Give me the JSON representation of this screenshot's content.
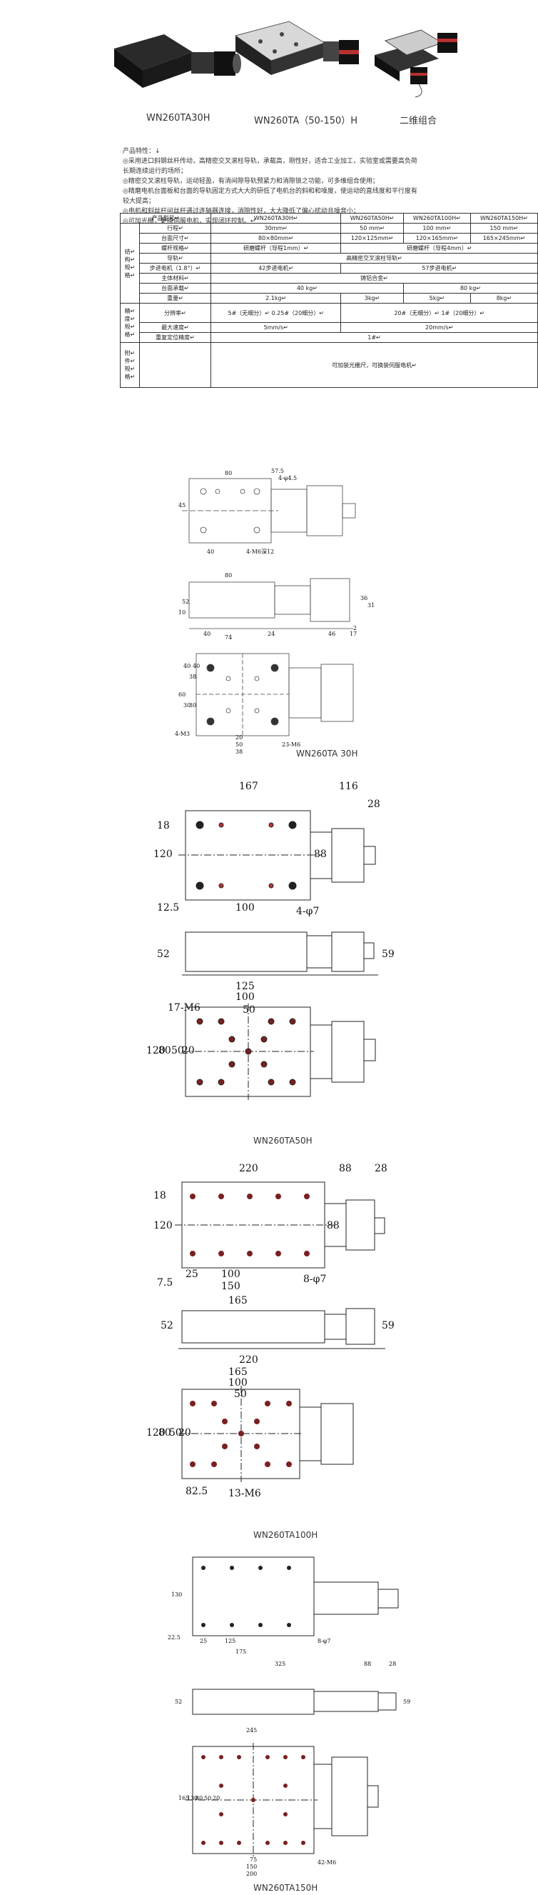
{
  "products": [
    {
      "caption": "WN260TA30H"
    },
    {
      "caption": "WN260TA（50-150）H"
    },
    {
      "caption": "二维组合"
    }
  ],
  "features": {
    "title": "产品特性：↓",
    "lines": [
      "◎采用进口斜钢丝杆传动，高精密交叉滚柱导轨，承载高，刚性好，适合工业加工，实验室或需要高负荷",
      "长期连续运行的场所；",
      "◎精密交叉滚柱导轨，运动轻盈，有消间隙导轨预紧力和消隙锁之功能，可多维组合使用；",
      "◎精磨电机台面板和台面的导轨固定方式大大的研低了电机台的斜和和噪度，使运动的直线度和平行度有",
      "较大提高；",
      "◎电机和斜丝杆间丝杆通过连轴器连接，消隙性好，大大降低了偏心扰动且噪音小；",
      "◎可加光栅，更换伺服电机，实现闭环控制。↵"
    ]
  },
  "spec_table": {
    "row_product": [
      "产品型号↵",
      "WN260TA30H↵",
      "WN260TA50H↵",
      "WN260TA100H↵",
      "WN260TA150H↵"
    ],
    "group_struct": "结↵构↵规↵格↵",
    "group_precision": "精↵度↵规↵格↵",
    "group_other": "附↵件↵规↵格↵",
    "rows": [
      {
        "label": "行程↵",
        "cells": [
          "30mm↵",
          "50 mm↵",
          "100 mm↵",
          "150 mm↵"
        ]
      },
      {
        "label": "台面尺寸↵",
        "cells": [
          "80×80mm↵",
          "120×125mm↵",
          "120×165mm↵",
          "165×245mm↵"
        ]
      },
      {
        "label": "螺杆规格↵",
        "cells": [
          "研磨螺杆（导程1mm）↵",
          "研磨螺杆（导程4mm）↵"
        ]
      },
      {
        "label": "导轨↵",
        "cells": [
          "高精密交叉滚柱导轨↵"
        ]
      },
      {
        "label": "步进电机（1.8°）↵",
        "cells": [
          "42步进电机↵",
          "57步进电机↵"
        ]
      },
      {
        "label": "主体材料↵",
        "cells": [
          "铸铝合金↵"
        ]
      },
      {
        "label": "台面承载↵",
        "cells": [
          "40 kg↵",
          "80 kg↵"
        ]
      },
      {
        "label": "重量↵",
        "cells": [
          "2.1kg↵",
          "3kg↵",
          "5kg↵",
          "8kg↵"
        ]
      },
      {
        "label": "分辨率↵",
        "cells": [
          "5#（无细分）↵ 0.25#（20细分）↵",
          "20#（无细分）↵ 1#（20细分）↵"
        ]
      },
      {
        "label": "最大速度↵",
        "cells": [
          "5mm/s↵",
          "20mm/s↵"
        ]
      },
      {
        "label": "重复定位精度↵",
        "cells": [
          "1#↵"
        ]
      },
      {
        "label": "",
        "cells": [
          "可加装光栅尺，可换装伺服电机↵"
        ]
      }
    ]
  },
  "drawings": [
    {
      "label": "WN260TA 30H",
      "dims": [
        "80",
        "57.5",
        "4-φ4.5",
        "45",
        "40",
        "4-M6深12",
        "80",
        "36",
        "74",
        "40",
        "52",
        "31",
        "10",
        "24",
        "46",
        "17",
        "2",
        "60",
        "4-M3",
        "23-M6",
        "50",
        "38",
        "20",
        "38",
        "30",
        "30",
        "40",
        "40"
      ]
    },
    {
      "label": "WN260TA50H",
      "dims": [
        "167",
        "116",
        "28",
        "18",
        "120",
        "88",
        "12.5",
        "100",
        "4-φ7",
        "52",
        "59",
        "125",
        "100",
        "50",
        "17-M6",
        "120",
        "80",
        "50",
        "20"
      ]
    },
    {
      "label": "WN260TA100H",
      "dims": [
        "220",
        "88",
        "28",
        "18",
        "120",
        "88",
        "25",
        "100",
        "7.5",
        "150",
        "8-φ7",
        "165",
        "52",
        "59",
        "220",
        "165",
        "100",
        "50",
        "120",
        "80",
        "50",
        "20",
        "82.5",
        "13-M6"
      ]
    },
    {
      "label": "WN260TA150H",
      "dims": [
        "130",
        "22.5",
        "25",
        "125",
        "175",
        "8-φ7",
        "325",
        "88",
        "28",
        "52",
        "59",
        "245",
        "165",
        "130",
        "80",
        "50",
        "20",
        "75",
        "150",
        "200",
        "42-M6"
      ]
    }
  ]
}
